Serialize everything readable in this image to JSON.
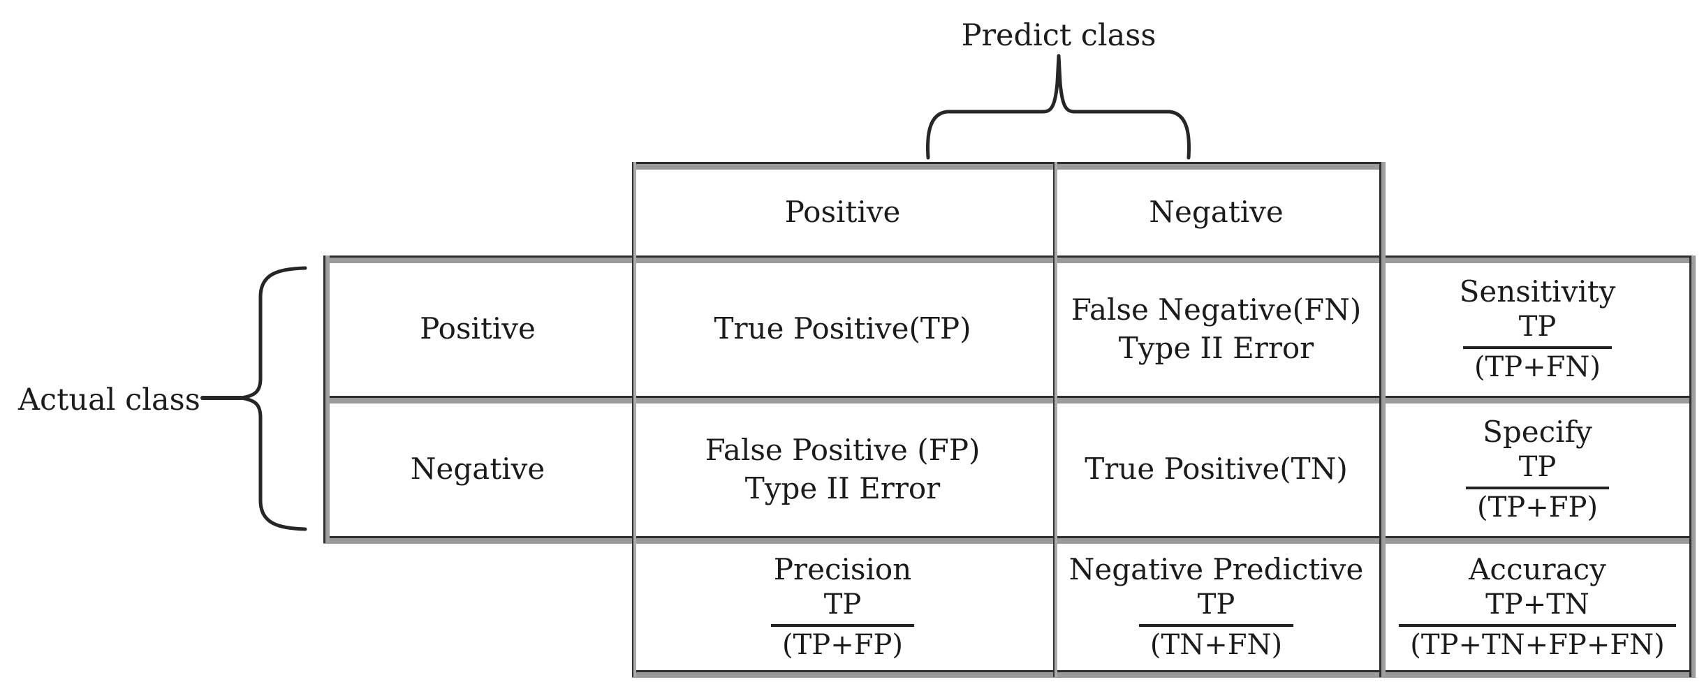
{
  "figure": {
    "predict_axis_label": "Predict class",
    "actual_axis_label": "Actual class"
  },
  "header": {
    "columns": [
      "Positive",
      "Negative"
    ]
  },
  "row_labels": [
    "Positive",
    "Negative"
  ],
  "cells": {
    "true_positive": "True Positive(TP)",
    "false_negative_line1": "False Negative(FN)",
    "false_negative_line2": "Type II Error",
    "false_positive_line1": "False Positive (FP)",
    "false_positive_line2": "Type II Error",
    "true_negative": "True Positive(TN)"
  },
  "metrics": {
    "sensitivity": {
      "title": "Sensitivity",
      "numerator": "TP",
      "denominator": "(TP+FN)"
    },
    "specificity": {
      "title": "Specify",
      "numerator": "TP",
      "denominator": "(TP+FP)"
    },
    "precision": {
      "title": "Precision",
      "numerator": "TP",
      "denominator": "(TP+FP)"
    },
    "negative_predictive": {
      "title": "Negative Predictive",
      "numerator": "TP",
      "denominator": "(TN+FN)"
    },
    "accuracy": {
      "title": "Accuracy",
      "numerator": "TP+TN",
      "denominator": "(TP+TN+FP+FN)"
    }
  },
  "colors": {
    "ink": "#1b1b1b",
    "line_dark": "#2e2e2e",
    "line_gray": "#9a9a9a",
    "paper": "#ffffff"
  }
}
